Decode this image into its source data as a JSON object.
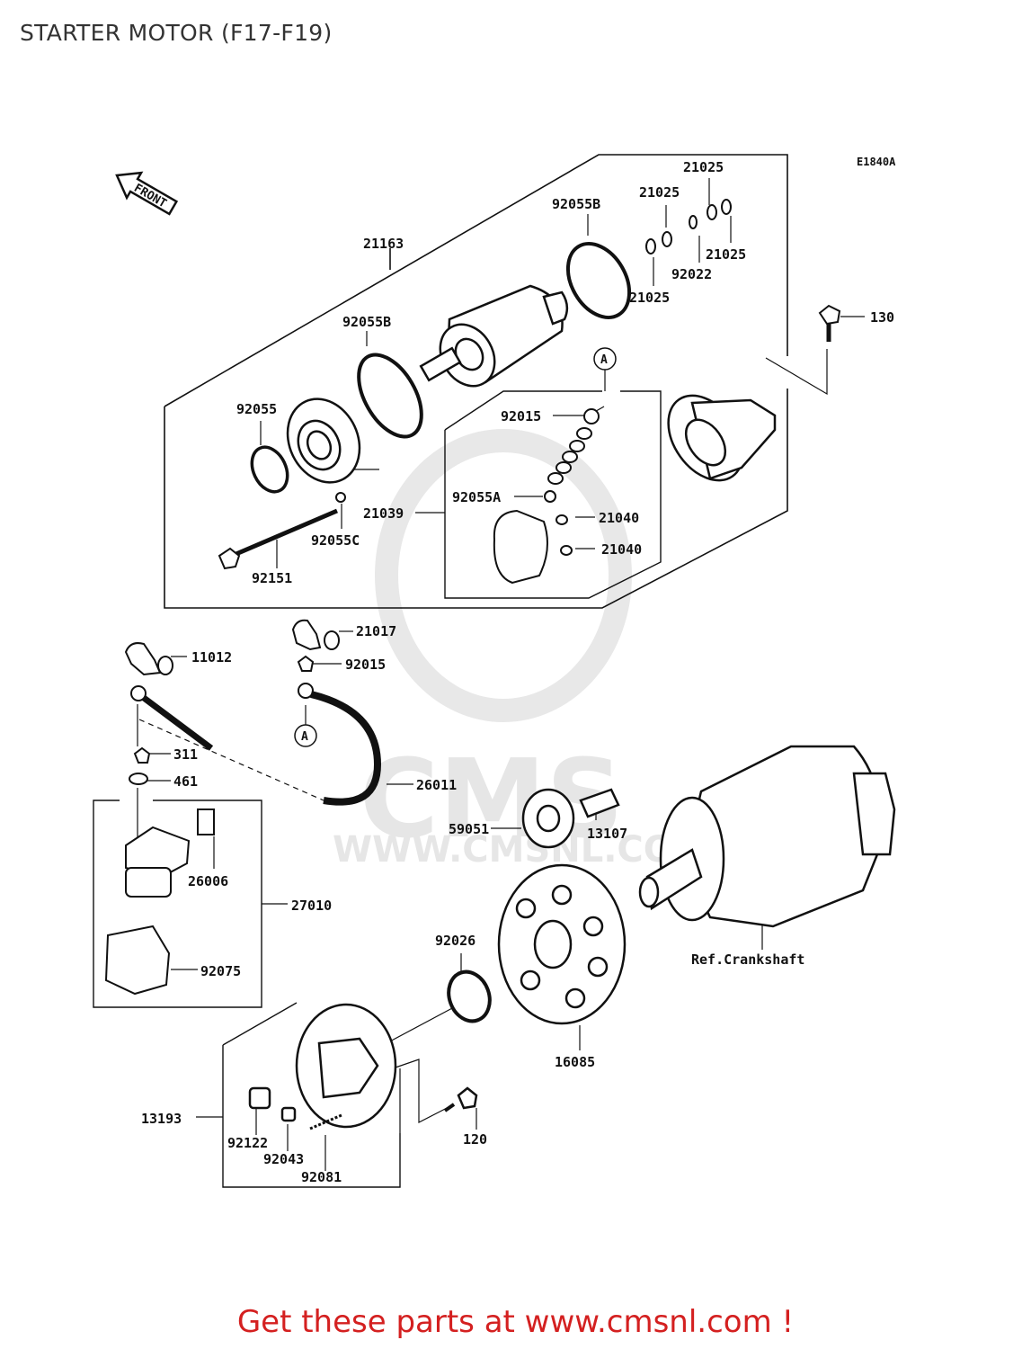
{
  "title": "STARTER MOTOR (F17-F19)",
  "diagram_code": "E1840A",
  "front_label": "FRONT",
  "ref_crankshaft": "Ref.Crankshaft",
  "footer_text": "Get these parts at www.cmsnl.com !",
  "watermark": {
    "brand": "CMS",
    "url": "WWW.CMSNL.COM"
  },
  "callout_letter": "A",
  "colors": {
    "ink": "#111111",
    "footer": "#d42020",
    "watermark": "#e6e6e6"
  },
  "parts": {
    "p21163": "21163",
    "p92055B_top": "92055B",
    "p92055B_mid": "92055B",
    "p21025_a": "21025",
    "p21025_b": "21025",
    "p21025_c": "21025",
    "p21025_d": "21025",
    "p92022": "92022",
    "p130": "130",
    "p92055": "92055",
    "p92015_top": "92015",
    "p92055A": "92055A",
    "p21039": "21039",
    "p21040_a": "21040",
    "p21040_b": "21040",
    "p92055C": "92055C",
    "p92151": "92151",
    "p21017": "21017",
    "p11012": "11012",
    "p92015_bot": "92015",
    "p311": "311",
    "p461": "461",
    "p26011": "26011",
    "p59051": "59051",
    "p13107": "13107",
    "p26006": "26006",
    "p27010": "27010",
    "p92075": "92075",
    "p92026": "92026",
    "p16085": "16085",
    "p13193": "13193",
    "p92122": "92122",
    "p92043": "92043",
    "p92081": "92081",
    "p120": "120"
  }
}
